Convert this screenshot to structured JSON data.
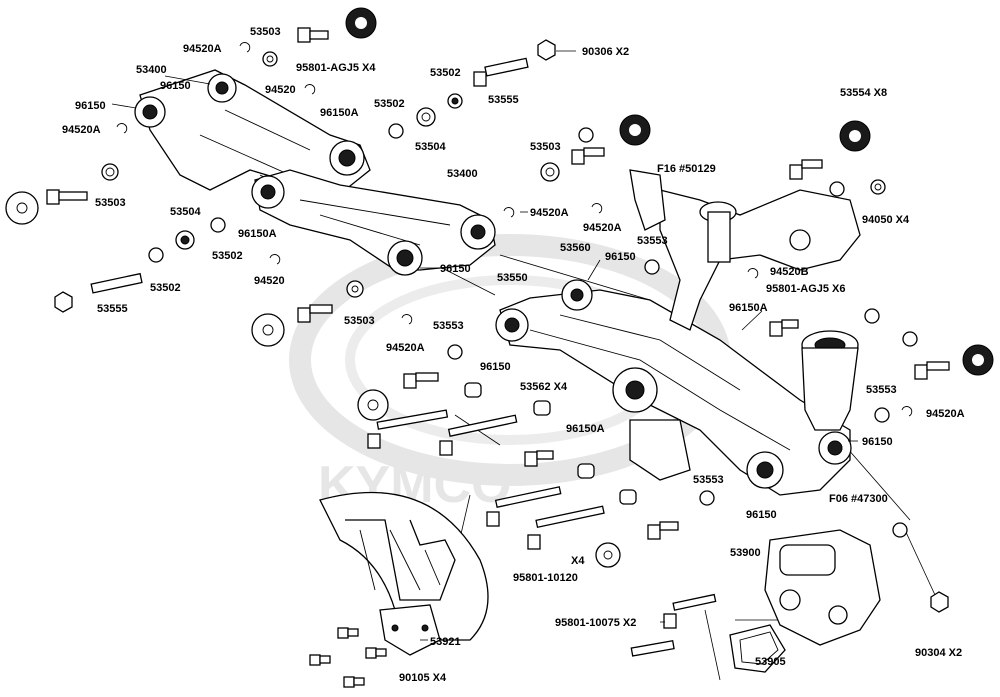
{
  "watermark": {
    "brand": "KYMCO",
    "color": "#e6e6e6"
  },
  "callouts": [
    {
      "id": "c1",
      "text": "53503"
    },
    {
      "id": "c2",
      "text": "94520A"
    },
    {
      "id": "c3",
      "text": "95801-AGJ5 X4"
    },
    {
      "id": "c4",
      "text": "90306 X2"
    },
    {
      "id": "c5",
      "text": "53400"
    },
    {
      "id": "c6",
      "text": "96150"
    },
    {
      "id": "c7",
      "text": "96150"
    },
    {
      "id": "c8",
      "text": "94520A"
    },
    {
      "id": "c9",
      "text": "94520"
    },
    {
      "id": "c10",
      "text": "53502"
    },
    {
      "id": "c11",
      "text": "53502"
    },
    {
      "id": "c12",
      "text": "53555"
    },
    {
      "id": "c13",
      "text": "96150A"
    },
    {
      "id": "c14",
      "text": "53504"
    },
    {
      "id": "c15",
      "text": "53503"
    },
    {
      "id": "c16",
      "text": "53554 X8"
    },
    {
      "id": "c17",
      "text": "F16 #50129"
    },
    {
      "id": "c18",
      "text": "53503"
    },
    {
      "id": "c19",
      "text": "53400"
    },
    {
      "id": "c20",
      "text": "94050 X4"
    },
    {
      "id": "c21",
      "text": "53504"
    },
    {
      "id": "c22",
      "text": "96150A"
    },
    {
      "id": "c23",
      "text": "94520A"
    },
    {
      "id": "c24",
      "text": "94520A"
    },
    {
      "id": "c25",
      "text": "53502"
    },
    {
      "id": "c26",
      "text": "53553"
    },
    {
      "id": "c27",
      "text": "53560"
    },
    {
      "id": "c28",
      "text": "96150"
    },
    {
      "id": "c29",
      "text": "96150"
    },
    {
      "id": "c30",
      "text": "94520B"
    },
    {
      "id": "c31",
      "text": "94520"
    },
    {
      "id": "c32",
      "text": "53502"
    },
    {
      "id": "c33",
      "text": "95801-AGJ5 X6"
    },
    {
      "id": "c34",
      "text": "53550"
    },
    {
      "id": "c35",
      "text": "96150A"
    },
    {
      "id": "c36",
      "text": "53555"
    },
    {
      "id": "c37",
      "text": "53503"
    },
    {
      "id": "c38",
      "text": "53553"
    },
    {
      "id": "c39",
      "text": "94520A"
    },
    {
      "id": "c40",
      "text": "96150"
    },
    {
      "id": "c41",
      "text": "53562 X4"
    },
    {
      "id": "c42",
      "text": "53553"
    },
    {
      "id": "c43",
      "text": "94520A"
    },
    {
      "id": "c44",
      "text": "96150A"
    },
    {
      "id": "c45",
      "text": "96150"
    },
    {
      "id": "c46",
      "text": "53553"
    },
    {
      "id": "c47",
      "text": "F06 #47300"
    },
    {
      "id": "c48",
      "text": "96150"
    },
    {
      "id": "c49",
      "text": "X4"
    },
    {
      "id": "c50",
      "text": "95801-10120"
    },
    {
      "id": "c51",
      "text": "53900"
    },
    {
      "id": "c52",
      "text": "95801-10075 X2"
    },
    {
      "id": "c53",
      "text": "53921"
    },
    {
      "id": "c54",
      "text": "53905"
    },
    {
      "id": "c55",
      "text": "90304 X2"
    },
    {
      "id": "c56",
      "text": "90105 X4"
    }
  ]
}
